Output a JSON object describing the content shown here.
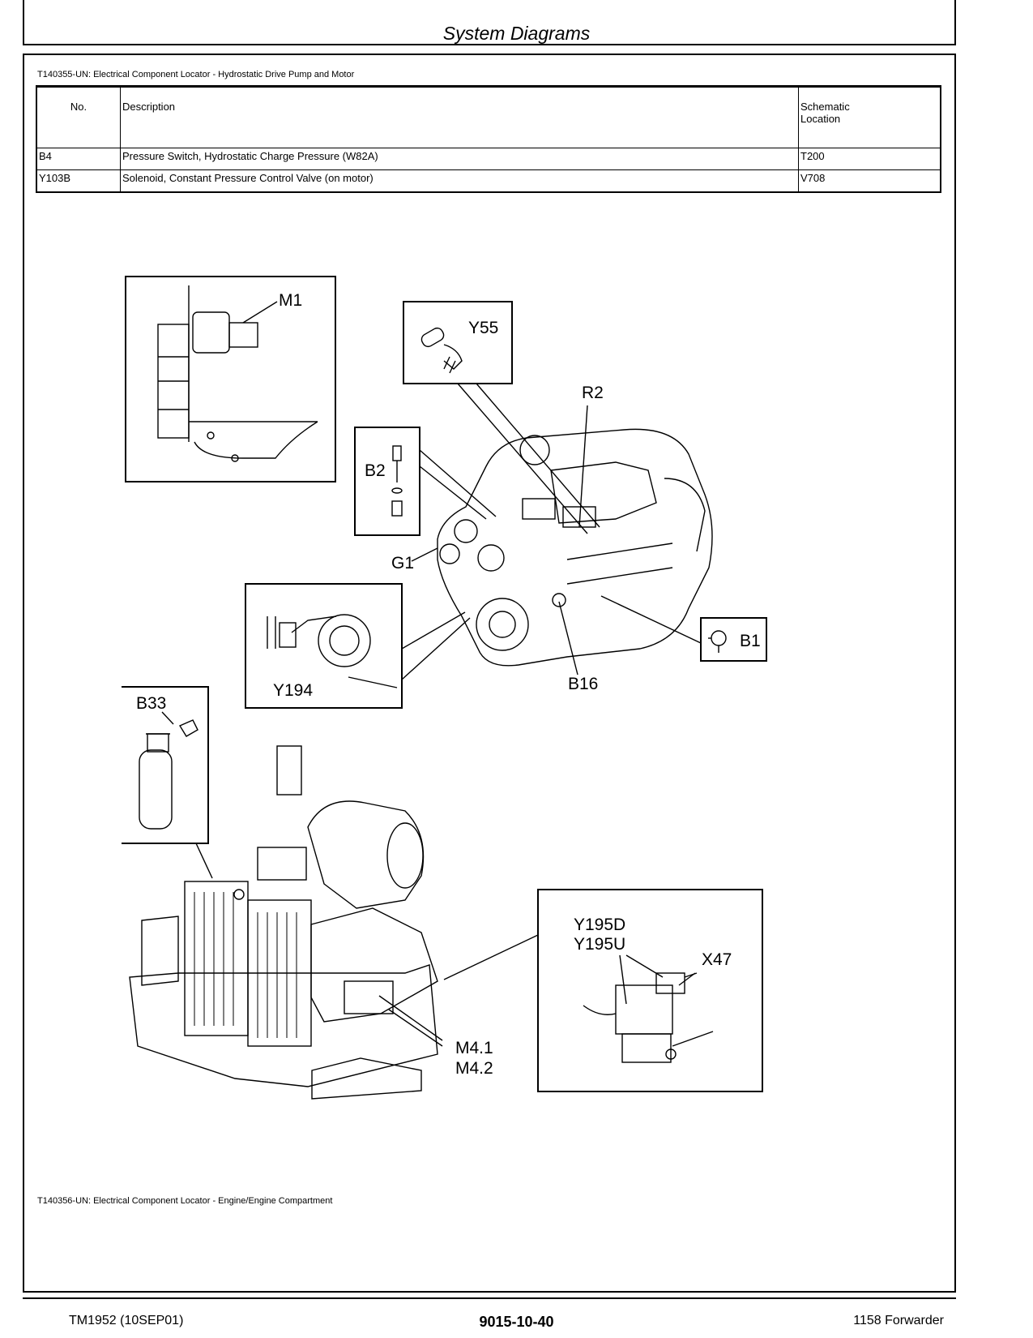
{
  "header": {
    "title": "System Diagrams"
  },
  "table1": {
    "caption": "T140355-UN: Electrical Component Locator - Hydrostatic Drive Pump and Motor",
    "columns": [
      "No.",
      "Description",
      "Schematic Location"
    ],
    "rows": [
      [
        "B4",
        "Pressure Switch, Hydrostatic Charge Pressure (W82A)",
        "T200"
      ],
      [
        "Y103B",
        "Solenoid, Constant Pressure Control Valve (on motor)",
        "V708"
      ]
    ]
  },
  "diagram": {
    "labels": {
      "m1": "M1",
      "y55": "Y55",
      "r2": "R2",
      "b2": "B2",
      "g1": "G1",
      "y194": "Y194",
      "b16": "B16",
      "b1": "B1",
      "b33": "B33",
      "y195d": "Y195D",
      "y195u": "Y195U",
      "x47": "X47",
      "m41": "M4.1",
      "m42": "M4.2"
    },
    "caption": "T140356-UN: Electrical Component Locator - Engine/Engine Compartment"
  },
  "footer": {
    "left": "TM1952 (10SEP01)",
    "center": "9015-10-40",
    "right": "1158 Forwarder"
  }
}
